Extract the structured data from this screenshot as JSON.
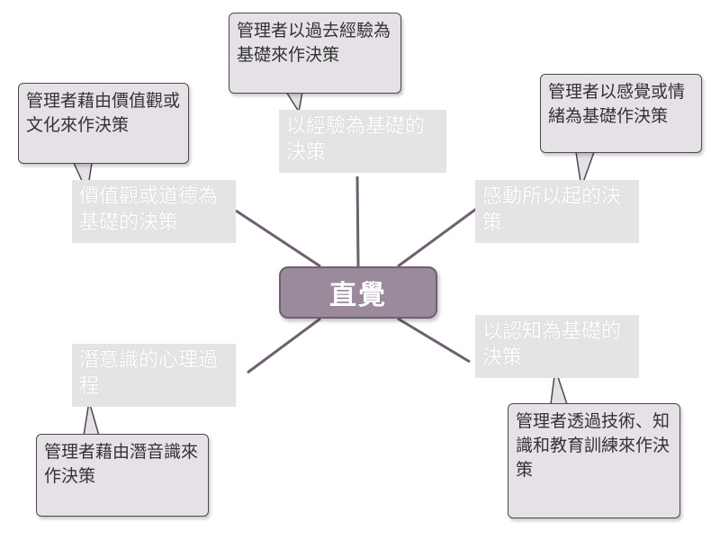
{
  "center": {
    "label": "直覺"
  },
  "branches": [
    {
      "label": "以經驗為基礎的決策"
    },
    {
      "label": "價值觀或道德為基礎的決策"
    },
    {
      "label": "感動所以起的決策"
    },
    {
      "label": "潛意識的心理過程"
    },
    {
      "label": "以認知為基礎的決策"
    }
  ],
  "callouts": [
    {
      "text": "管理者以過去經驗為基礎來作決策"
    },
    {
      "text": "管理者藉由價值觀或文化來作決策"
    },
    {
      "text": "管理者以感覺或情緒為基礎作決策"
    },
    {
      "text": "管理者藉由潛音識來作決策"
    },
    {
      "text": "管理者透過技術、知識和教育訓練來作決策"
    }
  ],
  "colors": {
    "center_fill": "#9a8a9c",
    "branch_fill": "#e6e3e7",
    "callout_fill": "#e6e1e7",
    "connector": "#6f5f72"
  }
}
